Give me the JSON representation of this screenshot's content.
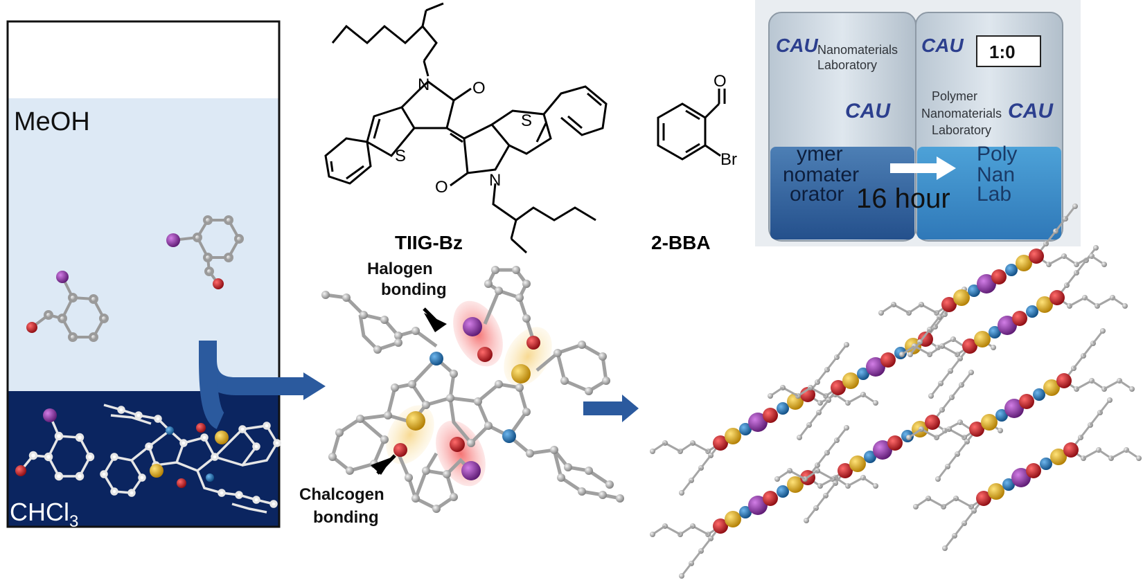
{
  "beaker": {
    "upper_solvent": "MeOH",
    "lower_solvent_base": "CHCl",
    "lower_solvent_sub": "3"
  },
  "molecules": {
    "tiig_label": "TIIG-Bz",
    "bba_label": "2-BBA",
    "atoms": {
      "S": "S",
      "N": "N",
      "O": "O",
      "Br": "Br"
    }
  },
  "photo": {
    "label_card": "1:0",
    "time_label": "16 hour",
    "backdrop_text": [
      "Nanomaterials",
      "Laboratory",
      "Polymer",
      "Nanomaterials",
      "Laboratory"
    ],
    "logo_text": "CAU",
    "vial_left_overlay": [
      "ymer",
      "nomater",
      "orator"
    ],
    "vial_right_overlay": [
      "Poly",
      "Nan",
      "Lab"
    ]
  },
  "annotations": {
    "halogen": [
      "Halogen",
      "bonding"
    ],
    "chalcogen": [
      "Chalcogen",
      "bonding"
    ]
  },
  "colors": {
    "meoh_fill": "#dde9f5",
    "chcl3_fill": "#0b2560",
    "arrow": "#2b5a9e",
    "bromine": "#7b2b8f",
    "oxygen": "#c0141b",
    "nitrogen": "#1c6fb0",
    "sulfur": "#e8b31c",
    "carbon": "#b8b8b8",
    "halogen_glow": "#f06b6b",
    "chalcogen_glow": "#f7dd9a"
  }
}
